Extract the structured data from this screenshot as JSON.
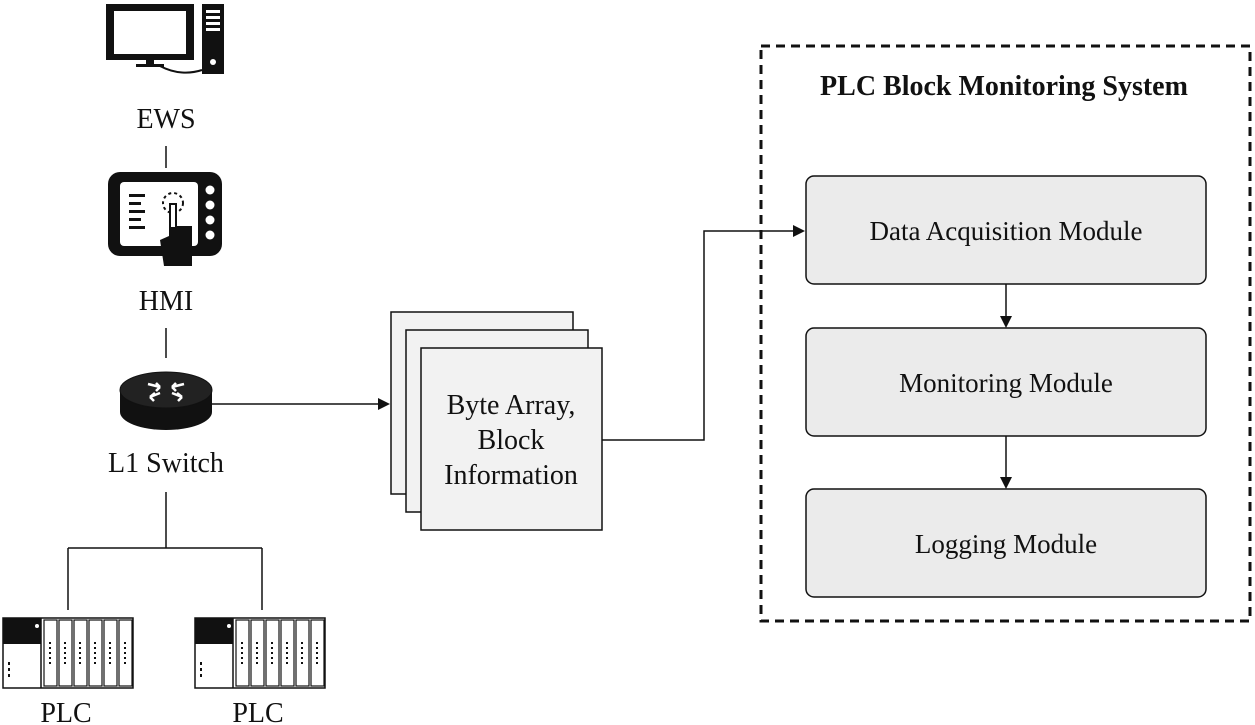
{
  "devices": {
    "ews": "EWS",
    "hmi": "HMI",
    "switch": "L1 Switch",
    "plc_left": "PLC",
    "plc_right": "PLC"
  },
  "byte_array": {
    "line1": "Byte Array,",
    "line2": "Block",
    "line3": "Information"
  },
  "system": {
    "title": "PLC Block Monitoring System",
    "modules": [
      "Data Acquisition Module",
      "Monitoring Module",
      "Logging Module"
    ]
  },
  "icons": {
    "ews": "computer-icon",
    "hmi": "touch-screen-icon",
    "switch": "router-icon",
    "plc": "plc-rack-icon"
  }
}
